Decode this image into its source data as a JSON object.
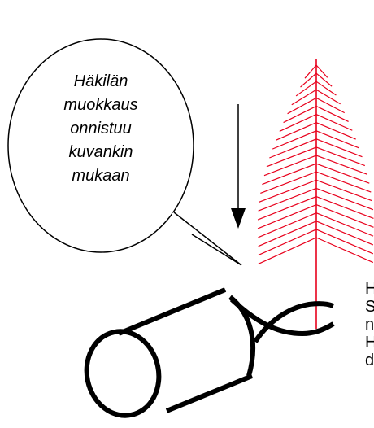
{
  "speech_bubble": {
    "lines": [
      "Häkilän",
      "muokkaus",
      "onnistuu",
      "kuvankin",
      "mukaan"
    ]
  },
  "side_text": {
    "lines": [
      "H",
      "S",
      "n",
      "H",
      "d"
    ]
  },
  "colors": {
    "outline": "#000000",
    "feather": "#e8001c"
  },
  "icons": {
    "arrow": "down-arrow-icon",
    "feather": "feather-hackle-icon",
    "hook": "fly-hook-tube-icon"
  }
}
